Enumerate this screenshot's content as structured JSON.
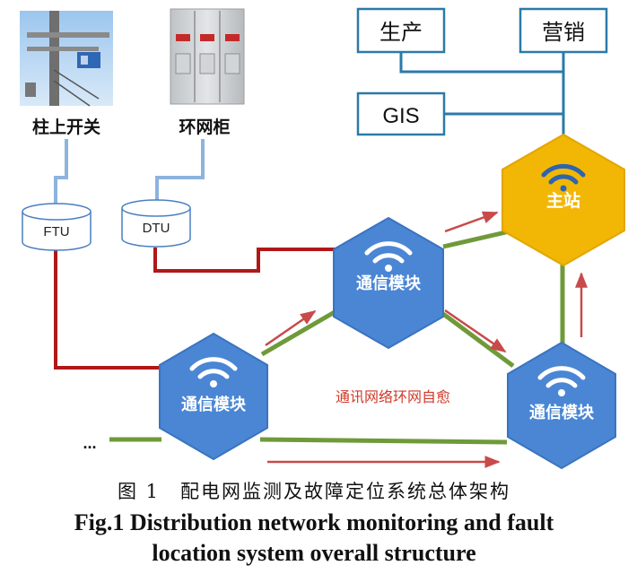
{
  "devices": {
    "pole_switch": "柱上开关",
    "ring_main_unit": "环网柜"
  },
  "terminals": {
    "ftu": "FTU",
    "dtu": "DTU"
  },
  "systems": {
    "production": "生产",
    "marketing": "营销",
    "gis": "GIS"
  },
  "nodes": {
    "master_station": "主站",
    "comm_module": "通信模块"
  },
  "network_label": "通讯网络环网自愈",
  "ellipsis": "...",
  "caption": {
    "cn": "图 1　配电网监测及故障定位系统总体架构",
    "en_line1": "Fig.1    Distribution network monitoring and fault",
    "en_line2": "location system overall structure"
  },
  "colors": {
    "hex_blue": "#4a86d4",
    "hex_gold": "#f2b705",
    "line_red": "#b01818",
    "line_green": "#6f9a3a",
    "line_blue": "#8cb4dd",
    "line_teal": "#2b7aa8",
    "arrow_red": "#c84a4a",
    "label_red": "#d03a2a"
  }
}
